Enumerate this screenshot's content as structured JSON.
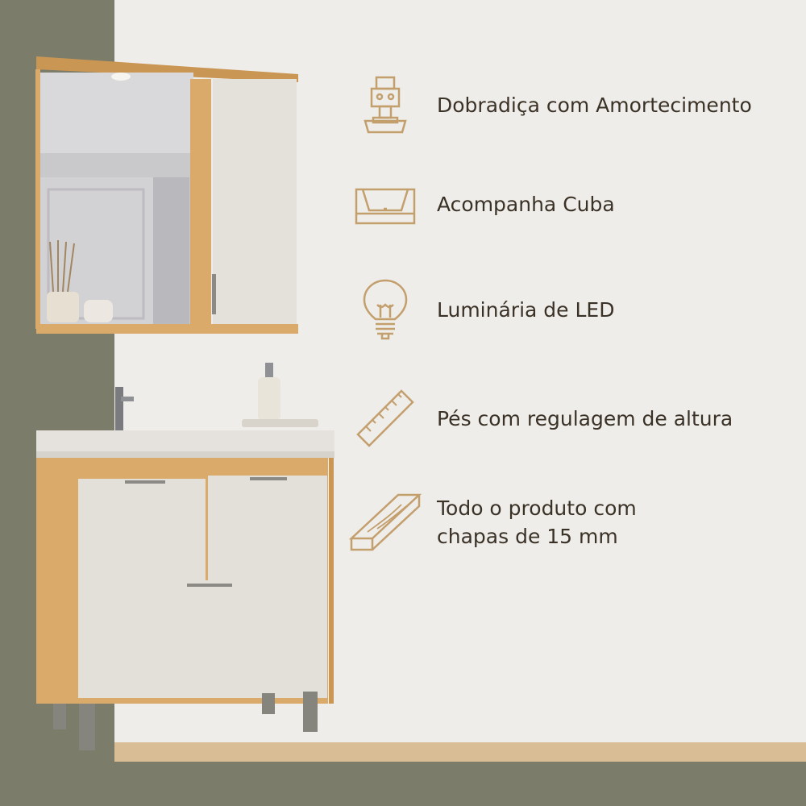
{
  "colors": {
    "wall": "#efede9",
    "side_wall": "#7b7c69",
    "floor_trim": "#d9bd94",
    "wood": "#d9aa6a",
    "door": "#e3e0da",
    "icon_stroke": "#c39f6e",
    "text": "#3b3227"
  },
  "features": [
    {
      "icon": "hinge-icon",
      "label": "Dobradiça com Amortecimento"
    },
    {
      "icon": "basin-icon",
      "label": "Acompanha Cuba"
    },
    {
      "icon": "light-bulb-icon",
      "label": "Luminária de LED"
    },
    {
      "icon": "ruler-icon",
      "label": "Pés com regulagem de altura"
    },
    {
      "icon": "wood-board-icon",
      "label": "Todo o produto com\nchapas de 15 mm"
    }
  ]
}
